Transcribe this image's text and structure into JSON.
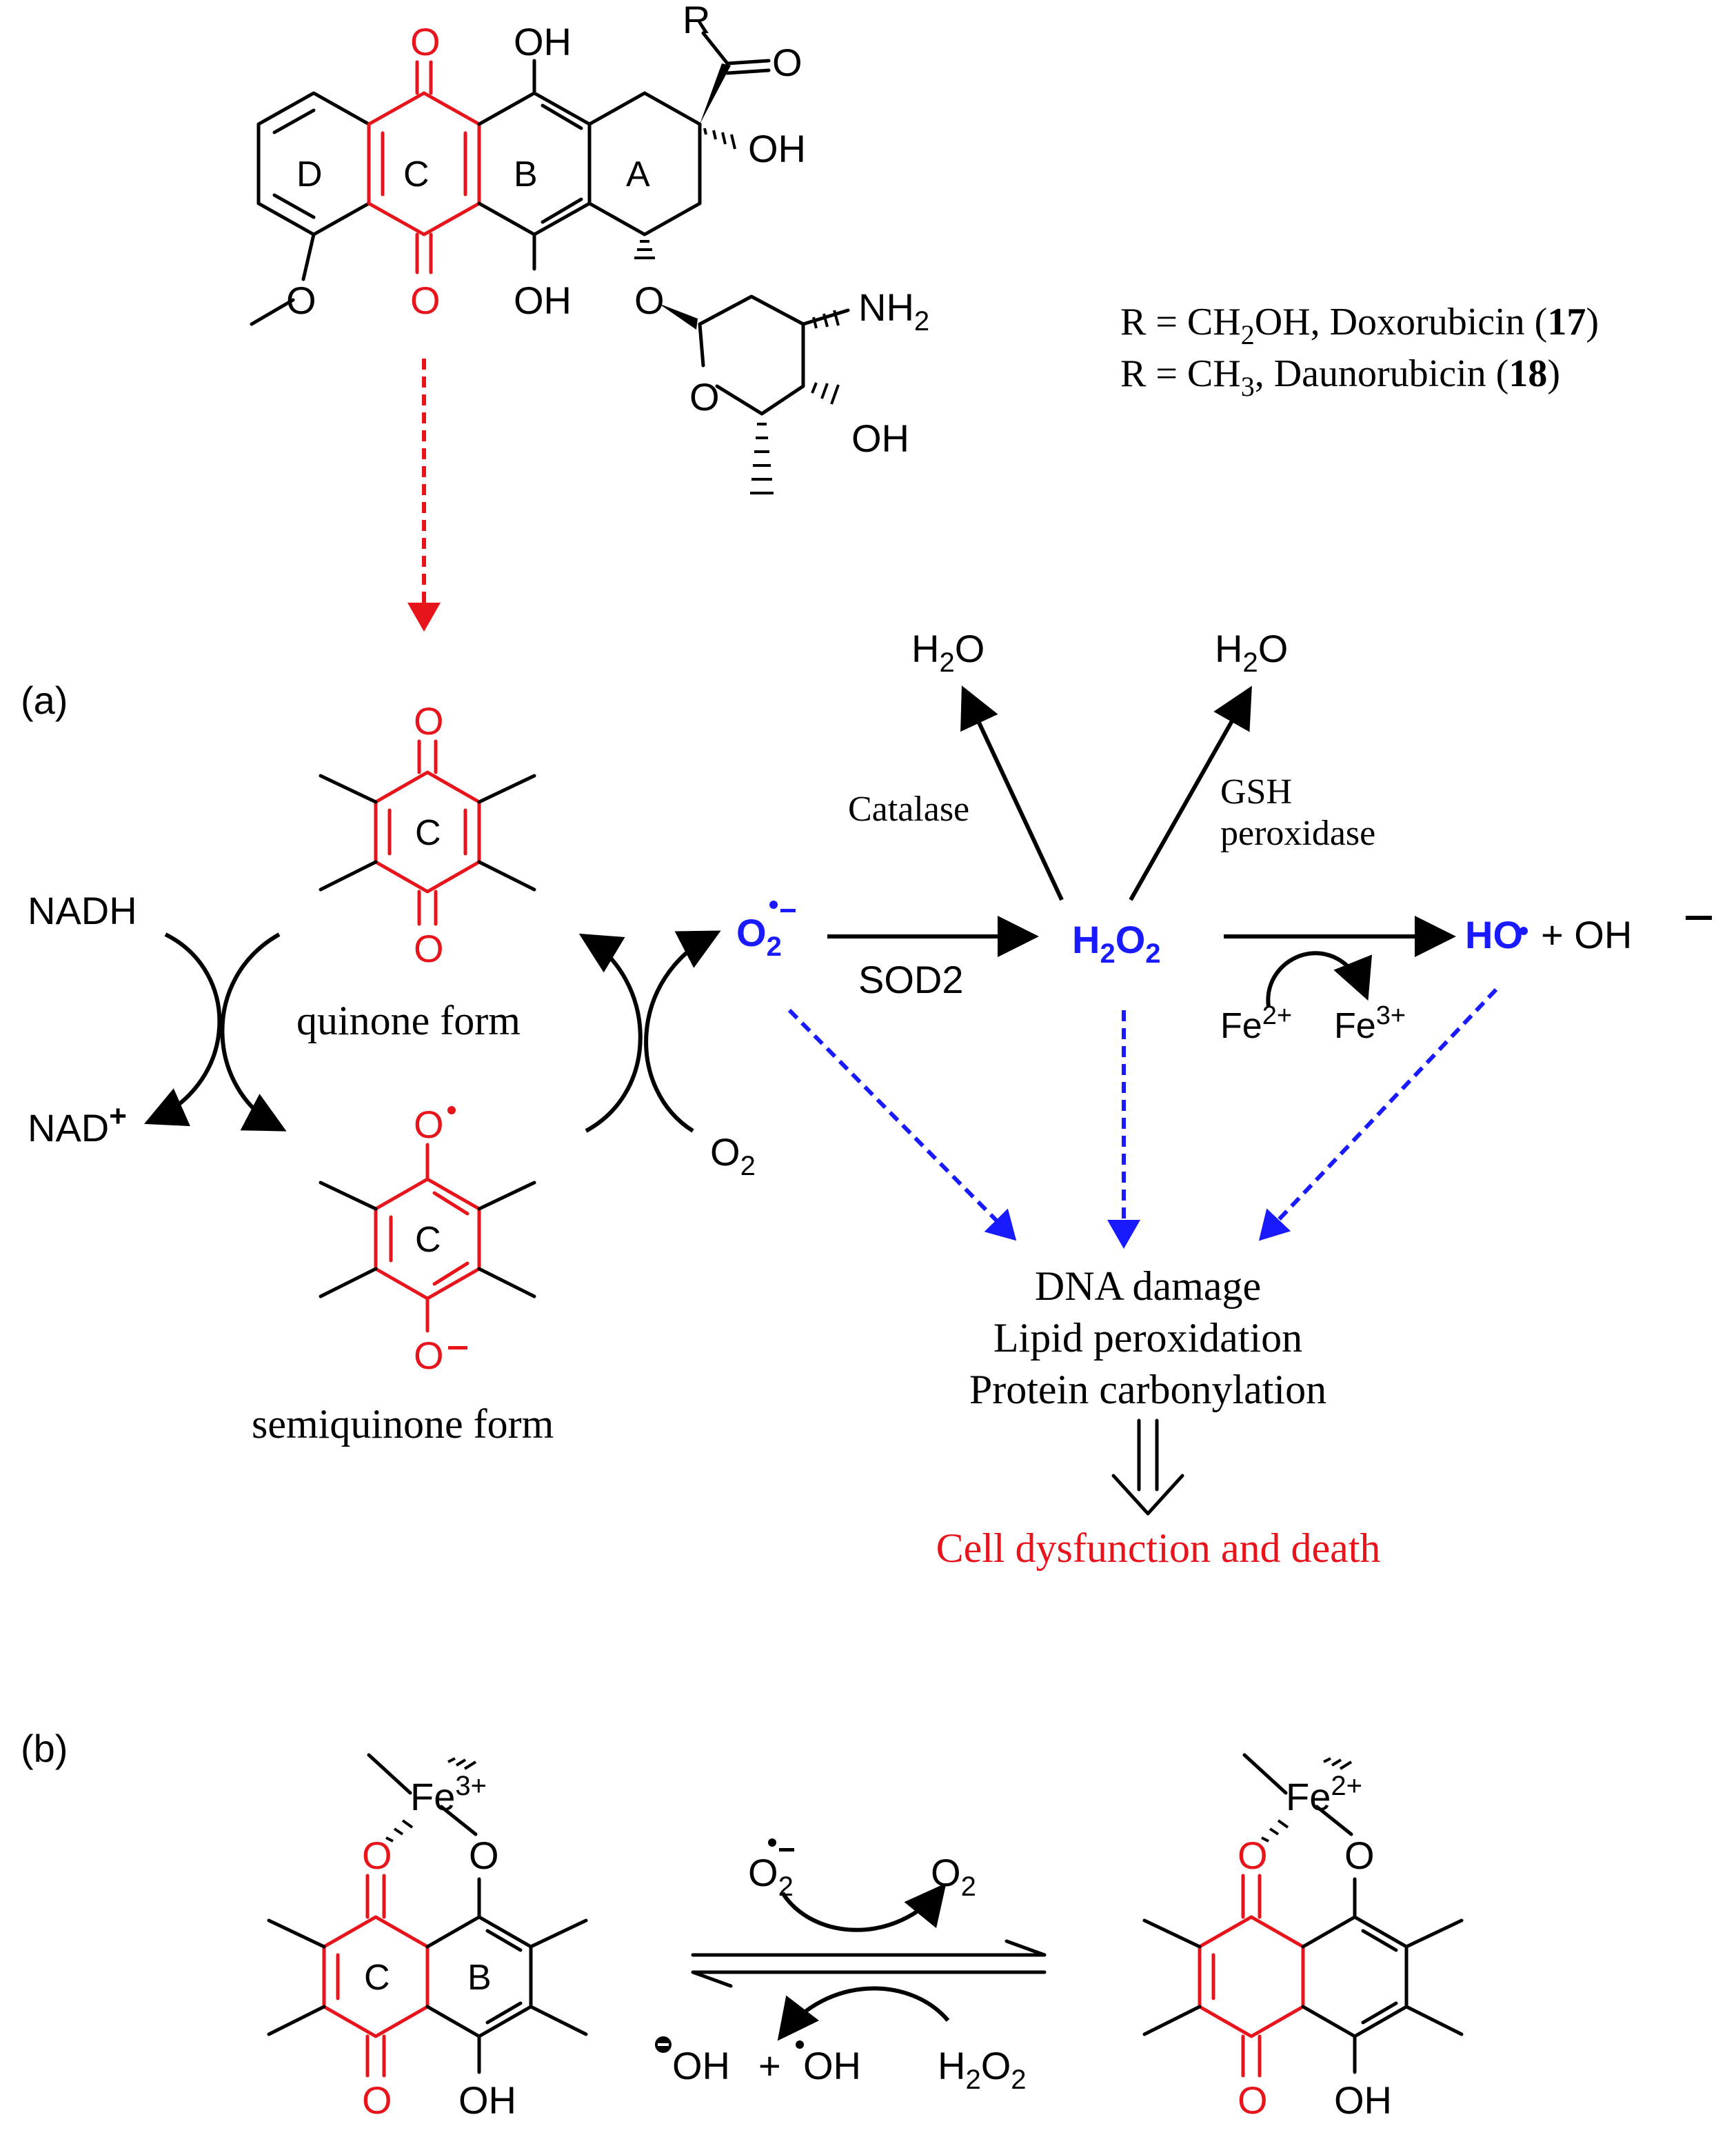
{
  "colors": {
    "black": "#000000",
    "red": "#e8141b",
    "blue": "#1a1aff"
  },
  "structure": {
    "oh_top": "OH",
    "oh_bottom": "OH",
    "o_top": "O",
    "o_bottom": "O",
    "r_label": "R",
    "ketone_o": "O",
    "oh_ring_a": "OH",
    "methoxy_o": "O",
    "glyco_o": "O",
    "ring_o": "O",
    "nh2": "NH",
    "nh2_sub": "2",
    "sugar_oh": "OH",
    "ring_labels": [
      "D",
      "C",
      "B",
      "A"
    ]
  },
  "legend": {
    "line1_pre": "R = CH",
    "line1_sub": "2",
    "line1_mid": "OH, Doxorubicin (",
    "line1_num": "17",
    "line1_end": ")",
    "line2_pre": "R = CH",
    "line2_sub": "3",
    "line2_mid": ", Daunorubicin (",
    "line2_num": "18",
    "line2_end": ")"
  },
  "panel_a": {
    "label": "(a)",
    "quinone_o_top": "O",
    "quinone_o_bottom": "O",
    "quinone_ring": "C",
    "quinone_caption": "quinone form",
    "semi_o_top": "O",
    "semi_o_bottom": "O",
    "semi_ring": "C",
    "semi_caption": "semiquinone form",
    "nadh": "NADH",
    "nad": "NAD",
    "nad_sup": "+",
    "o2": "O",
    "o2_sub": "2",
    "superoxide": "O",
    "superoxide_sub": "2",
    "sod2": "SOD2",
    "h2o2": {
      "h": "H",
      "sub1": "2",
      "o": "O",
      "sub2": "2"
    },
    "h2o_left": {
      "h": "H",
      "sub": "2",
      "o": "O"
    },
    "h2o_right": {
      "h": "H",
      "sub": "2",
      "o": "O"
    },
    "catalase": "Catalase",
    "gsh_line1": "GSH",
    "gsh_line2": "peroxidase",
    "fe2": "Fe",
    "fe2_sup": "2+",
    "fe3": "Fe",
    "fe3_sup": "3+",
    "ho_radical": "HO",
    "plus_oh": "+ OH",
    "damage_line1": "DNA damage",
    "damage_line2": "Lipid peroxidation",
    "damage_line3": "Protein carbonylation",
    "outcome": "Cell dysfunction and death"
  },
  "panel_b": {
    "label": "(b)",
    "left_fe": "Fe",
    "left_fe_sup": "3+",
    "right_fe": "Fe",
    "right_fe_sup": "2+",
    "left_o_top": "O",
    "left_o_bottom": "O",
    "left_o_chelate": "O",
    "left_oh": "OH",
    "left_ring_c": "C",
    "left_ring_b": "B",
    "right_o_top": "O",
    "right_o_bottom": "O",
    "right_o_chelate": "O",
    "right_oh": "OH",
    "superoxide": "O",
    "superoxide_sub": "2",
    "o2": "O",
    "o2_sub": "2",
    "hydroxide_oh": "OH",
    "plus": "+",
    "radical_oh": "OH",
    "h2o2": {
      "h": "H",
      "sub1": "2",
      "o": "O",
      "sub2": "2"
    }
  }
}
